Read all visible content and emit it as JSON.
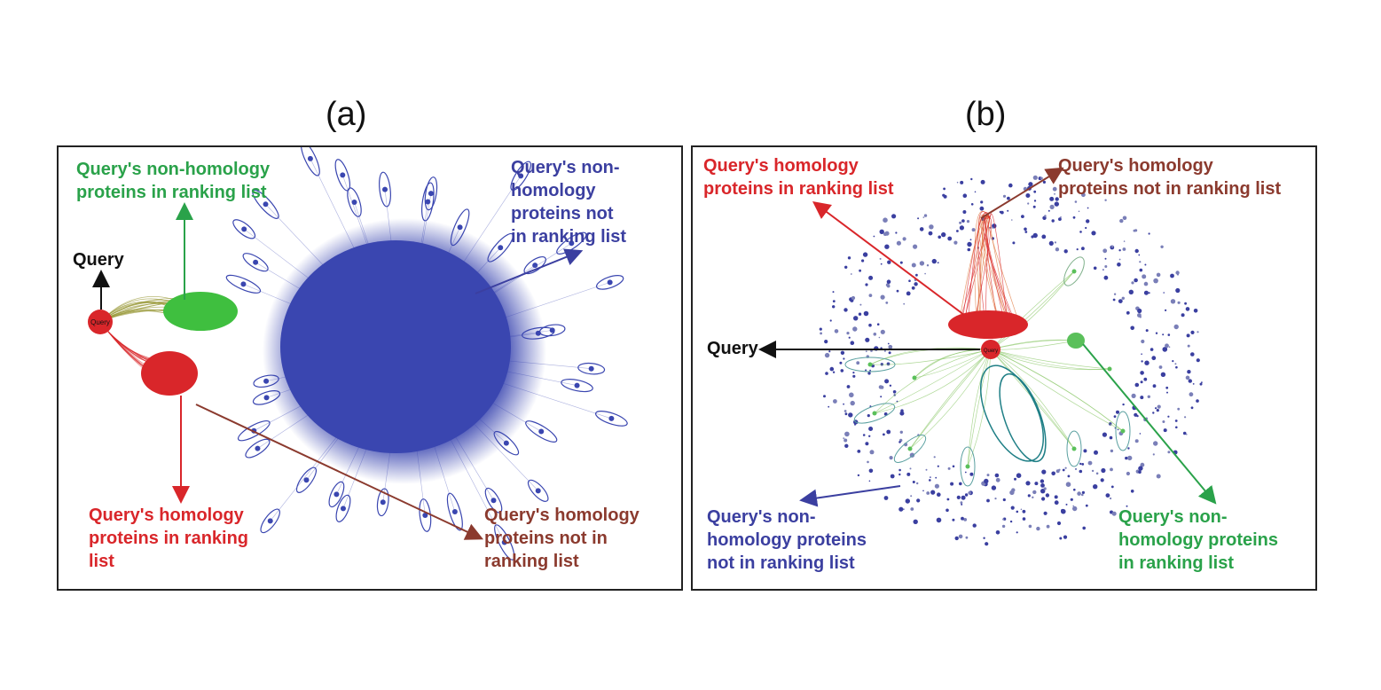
{
  "panels": {
    "a": {
      "title": "(a)",
      "labels": {
        "query": "Query",
        "node_query": "Query",
        "nonhom_in": [
          "Query's non-homology",
          "proteins in ranking list"
        ],
        "nonhom_not": [
          "Query's non-",
          "homology",
          "proteins not",
          "in ranking list"
        ],
        "hom_in": [
          "Query's homology",
          "proteins in ranking",
          "list"
        ],
        "hom_not": [
          "Query's homology",
          "proteins not in",
          "ranking list"
        ]
      }
    },
    "b": {
      "title": "(b)",
      "labels": {
        "query": "Query",
        "node_query": "Query",
        "hom_in": [
          "Query's homology",
          "proteins in ranking list"
        ],
        "hom_not": [
          "Query's homology",
          "proteins not in ranking list"
        ],
        "nonhom_not": [
          "Query's non-",
          "homology proteins",
          "not in ranking list"
        ],
        "nonhom_in": [
          "Query's non-",
          "homology proteins",
          "in ranking list"
        ]
      }
    }
  },
  "colors": {
    "query": "#111111",
    "homology_in": "#d9262a",
    "homology_not": "#8b3a2e",
    "nonhomology_in": "#2aa24a",
    "nonhomology_not": "#3b3fa0",
    "edge_blue": "#3a46b0",
    "edge_teal": "#1f7f86"
  }
}
